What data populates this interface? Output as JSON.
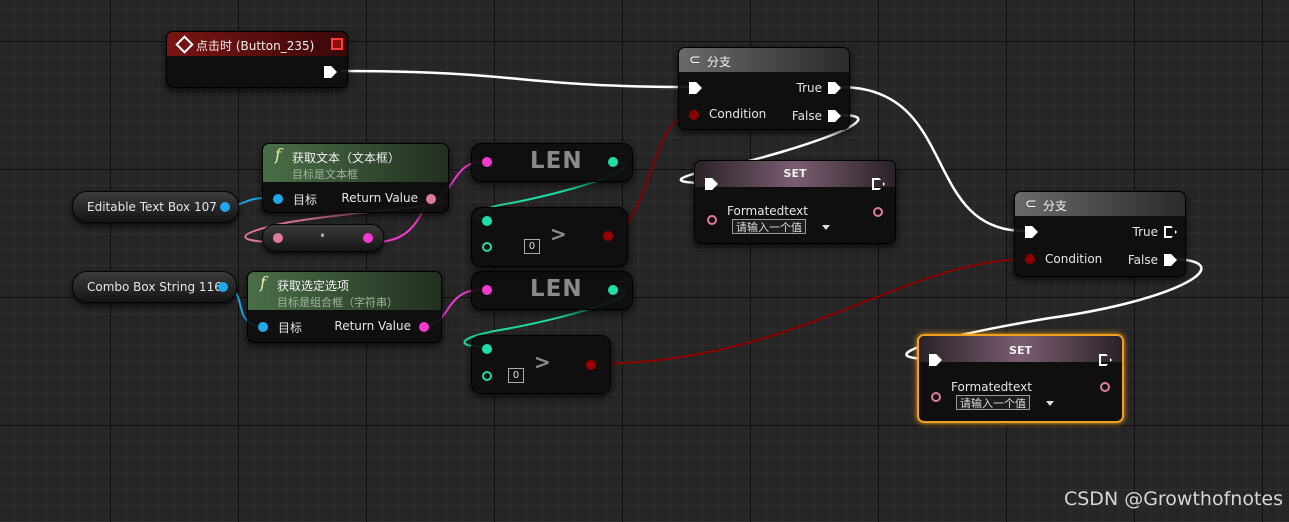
{
  "event": {
    "title": "点击时 (Button_235)"
  },
  "branch1": {
    "title": "分支",
    "true_label": "True",
    "false_label": "False",
    "condition_label": "Condition"
  },
  "branch2": {
    "title": "分支",
    "true_label": "True",
    "false_label": "False",
    "condition_label": "Condition"
  },
  "get_text": {
    "title": "获取文本（文本框）",
    "subtitle": "目标是文本框",
    "target_label": "目标",
    "return_label": "Return Value"
  },
  "get_option": {
    "title": "获取选定选项",
    "subtitle": "目标是组合框（字符串）",
    "target_label": "目标",
    "return_label": "Return Value"
  },
  "var_textbox": {
    "label": "Editable Text Box 107"
  },
  "var_combo": {
    "label": "Combo Box String 116"
  },
  "len1": {
    "label": "LEN"
  },
  "len2": {
    "label": "LEN"
  },
  "cmp1": {
    "op": ">",
    "value": "0"
  },
  "cmp2": {
    "op": ">",
    "value": "0"
  },
  "conv": {
    "dot": "•"
  },
  "set1": {
    "title": "SET",
    "var_label": "Formatedtext",
    "value": "请输入一个值"
  },
  "set2": {
    "title": "SET",
    "var_label": "Formatedtext",
    "value": "请输入一个值"
  },
  "watermark": "CSDN @Growthofnotes",
  "colors": {
    "exec": "#ffffff",
    "object": "#1fa8e8",
    "string": "#f23ad0",
    "integer": "#1fdca8",
    "boolean": "#9a0000",
    "text": "#e07aa0",
    "selected": "#f0a020"
  }
}
